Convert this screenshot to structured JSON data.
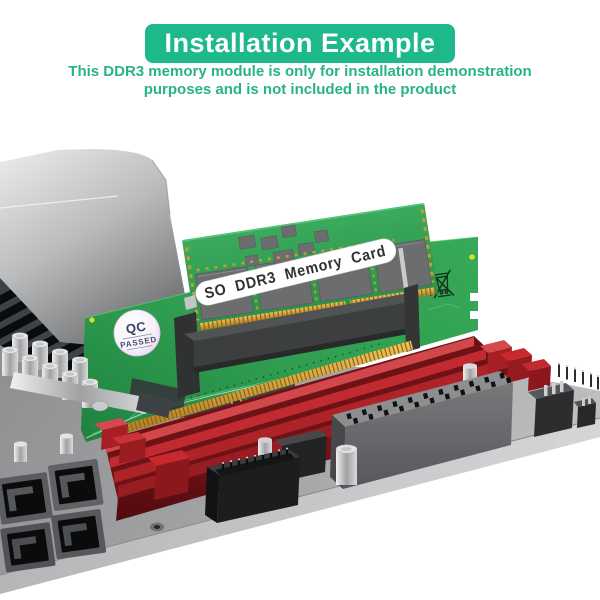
{
  "header": {
    "title": "Installation Example",
    "subtitle_line1": "This DDR3 memory module is only for installation demonstration",
    "subtitle_line2": "purposes and is not included in the product"
  },
  "illustration": {
    "memory_module_label": "SO DDR3 Memory Card",
    "qc_sticker": {
      "top": "QC",
      "bottom": "PASSED"
    },
    "weee_icon": "crossed-out-wheeled-bin",
    "components": [
      "io-shroud",
      "heatsink-fins",
      "capacitors",
      "ddr3-adapter-card",
      "so-dimm-memory-module",
      "so-dimm-socket",
      "dimm-slots",
      "atx-power-connector",
      "usb-header",
      "sata-ports",
      "front-panel-headers",
      "motherboard"
    ],
    "colors": {
      "banner_green": "#1db98b",
      "subtitle_green": "#27b38a",
      "pcb_green": "#2f9e50",
      "module_green": "#36a458",
      "slot_red": "#c0272c",
      "gold_contacts": "#d4a238",
      "board_gray": "#9d9fa1",
      "chip_gray": "#6b6d6f"
    }
  }
}
